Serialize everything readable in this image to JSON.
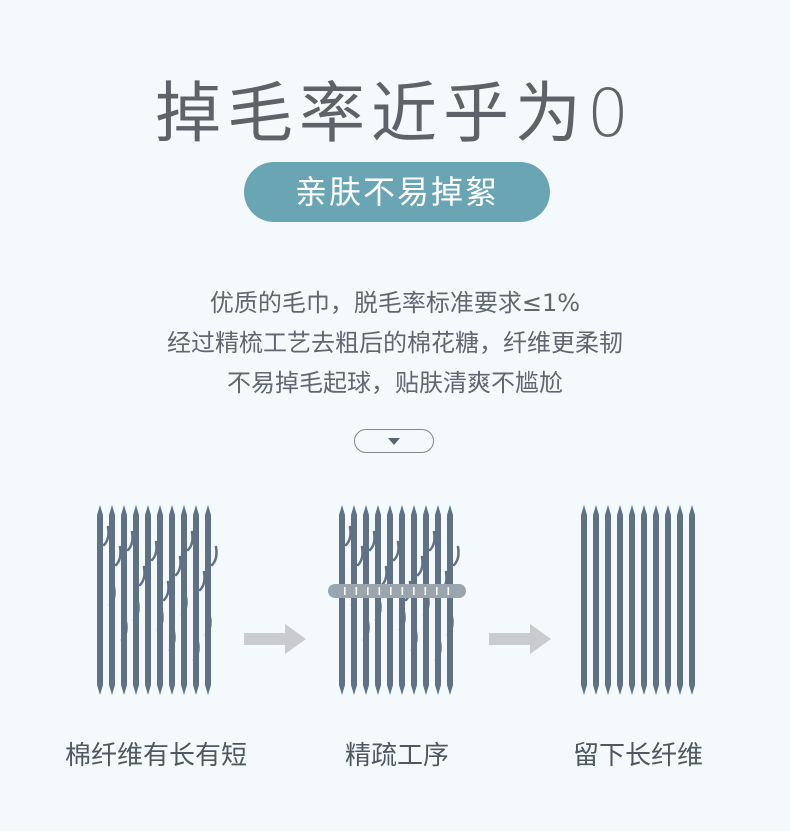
{
  "title": "掉毛率近乎为0",
  "subtitle": "亲肤不易掉絮",
  "description": [
    "优质的毛巾，脱毛率标准要求≤1%",
    "经过精梳工艺去粗后的棉花糖，纤维更柔韧",
    "不易掉毛起球，贴肤清爽不尴尬"
  ],
  "icons": {
    "expand": "chevron-down-icon",
    "arrow": "arrow-right-icon"
  },
  "steps": [
    {
      "caption": "棉纤维有长有短",
      "icon": "mixed-fibers-icon"
    },
    {
      "caption": "精疏工序",
      "icon": "combing-fibers-icon"
    },
    {
      "caption": "留下长纤维",
      "icon": "long-fibers-icon"
    }
  ],
  "colors": {
    "background": "#f4f9fb",
    "accent": "#6aa5b4",
    "fiber": "#5e7185",
    "arrow": "#c9cbcd",
    "comb": "#9aa5ae"
  }
}
